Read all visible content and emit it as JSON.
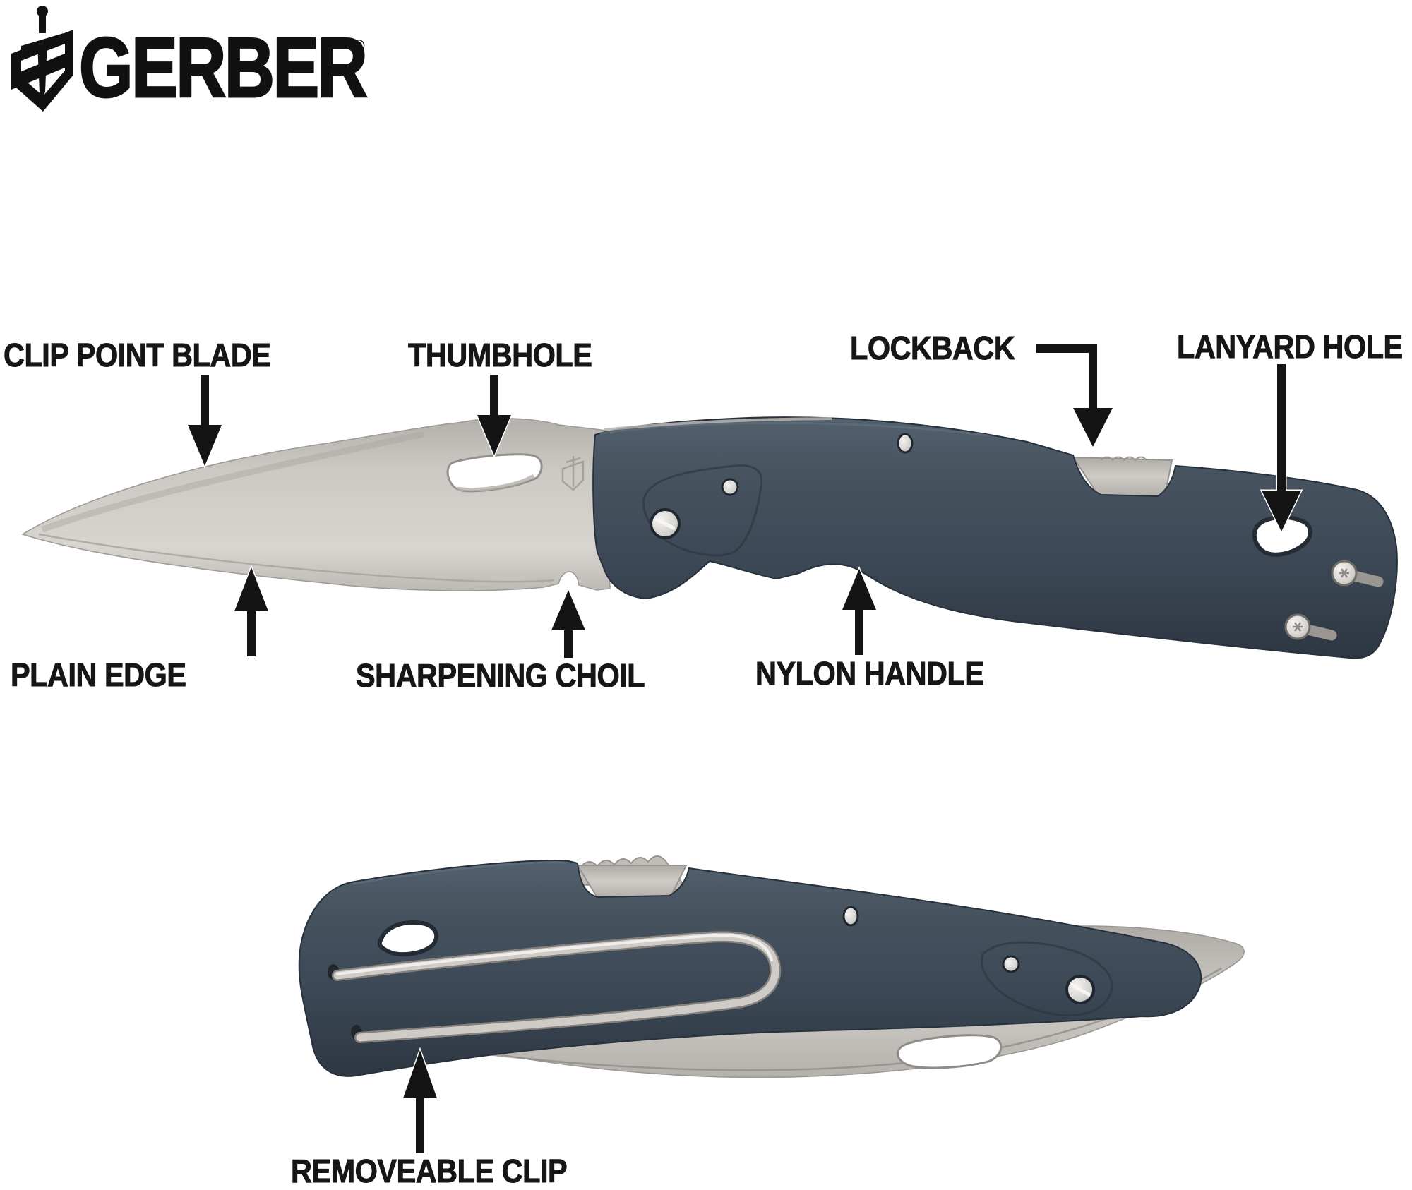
{
  "brand": {
    "name": "GERBER",
    "registered": "®",
    "icon": "shield-with-sword"
  },
  "colors": {
    "background": "#ffffff",
    "text": "#161616",
    "arrow": "#141414",
    "handle_nylon": "#3f4b58",
    "handle_dark": "#2e3844",
    "blade_steel": "#c9c6c1",
    "hardware_silver": "#c9c6c2"
  },
  "labels": {
    "clip_point_blade": "CLIP POINT BLADE",
    "thumbhole": "THUMBHOLE",
    "lockback": "LOCKBACK",
    "lanyard_hole": "LANYARD HOLE",
    "plain_edge": "PLAIN EDGE",
    "sharpening_choil": "SHARPENING CHOIL",
    "nylon_handle": "NYLON HANDLE",
    "removeable_clip": "REMOVEABLE CLIP"
  }
}
